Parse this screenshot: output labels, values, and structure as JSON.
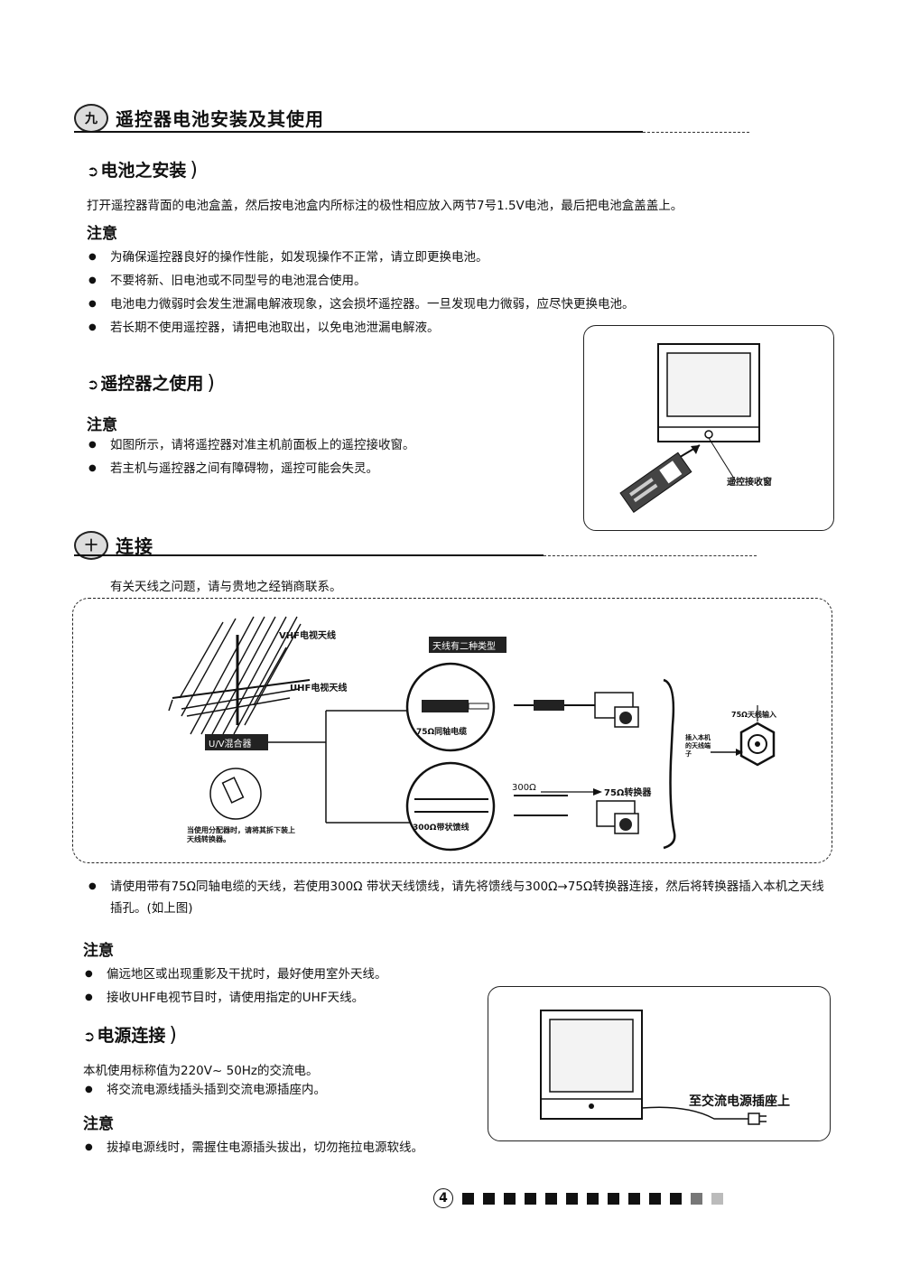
{
  "section9": {
    "number": "九",
    "title": "遥控器电池安装及其使用",
    "battery": {
      "subtitle": "电池之安装",
      "text": "打开遥控器背面的电池盒盖，然后按电池盒内所标注的极性相应放入两节7号1.5V电池，最后把电池盒盖盖上。",
      "note_label": "注意",
      "notes": [
        "为确保遥控器良好的操作性能，如发现操作不正常，请立即更换电池。",
        "不要将新、旧电池或不同型号的电池混合使用。",
        "电池电力微弱时会发生泄漏电解液现象，这会损坏遥控器。一旦发现电力微弱，应尽快更换电池。",
        "若长期不使用遥控器，请把电池取出，以免电池泄漏电解液。"
      ]
    },
    "remote": {
      "subtitle": "遥控器之使用",
      "note_label": "注意",
      "notes": [
        "如图所示，请将遥控器对准主机前面板上的遥控接收窗。",
        "若主机与遥控器之间有障碍物，遥控可能会失灵。"
      ],
      "figure_label": "遥控接收窗"
    }
  },
  "section10": {
    "number": "十",
    "title": "连接",
    "intro": "有关天线之问题，请与贵地之经销商联系。",
    "diagram": {
      "vhf_label": "VHF电视天线",
      "uhf_label": "UHF电视天线",
      "mixer_label": "U/V混合器",
      "mixer_caption": "当使用分配器时，请将其拆下装上天线转换器。",
      "types_label": "天线有二种类型",
      "coax_label": "75Ω同轴电缆",
      "flat_label": "300Ω带状馈线",
      "label_300": "300Ω",
      "converter_label": "75Ω转换器",
      "input_title": "75Ω天线输入",
      "input_sub": "插入本机的天线端子"
    },
    "usage_text": "请使用带有75Ω同轴电缆的天线，若使用300Ω 带状天线馈线，请先将馈线与300Ω→75Ω转换器连接，然后将转换器插入本机之天线插孔。(如上图)",
    "note_label": "注意",
    "notes": [
      "偏远地区或出现重影及干扰时，最好使用室外天线。",
      "接收UHF电视节目时，请使用指定的UHF天线。"
    ],
    "power": {
      "subtitle": "电源连接",
      "text": "本机使用标称值为220V~ 50Hz的交流电。",
      "bullet": "将交流电源线插头插到交流电源插座内。",
      "note_label": "注意",
      "note": "拔掉电源线时，需握住电源插头拔出，切勿拖拉电源软线。",
      "figure_label": "至交流电源插座上"
    }
  },
  "footer": {
    "page_number": "4"
  }
}
